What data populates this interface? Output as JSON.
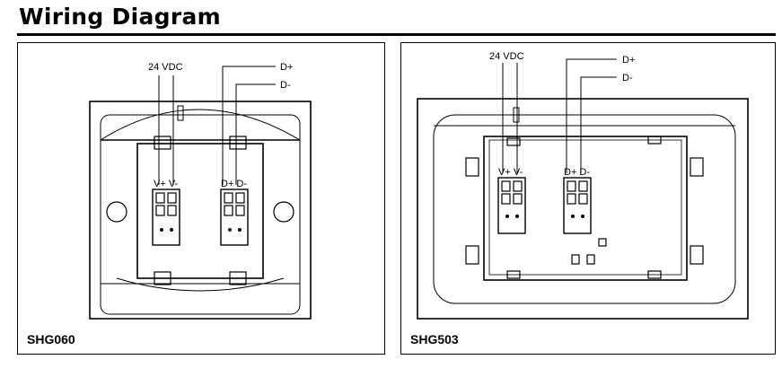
{
  "title": "Wiring Diagram",
  "panels": [
    {
      "model": "SHG060",
      "power_label": "24 VDC",
      "data_plus_label": "D+",
      "data_minus_label": "D-",
      "term_power_label": "V+ V-",
      "term_data_label": "D+ D-"
    },
    {
      "model": "SHG503",
      "power_label": "24 VDC",
      "data_plus_label": "D+",
      "data_minus_label": "D-",
      "term_power_label": "V+ V-",
      "term_data_label": "D+ D-"
    }
  ]
}
